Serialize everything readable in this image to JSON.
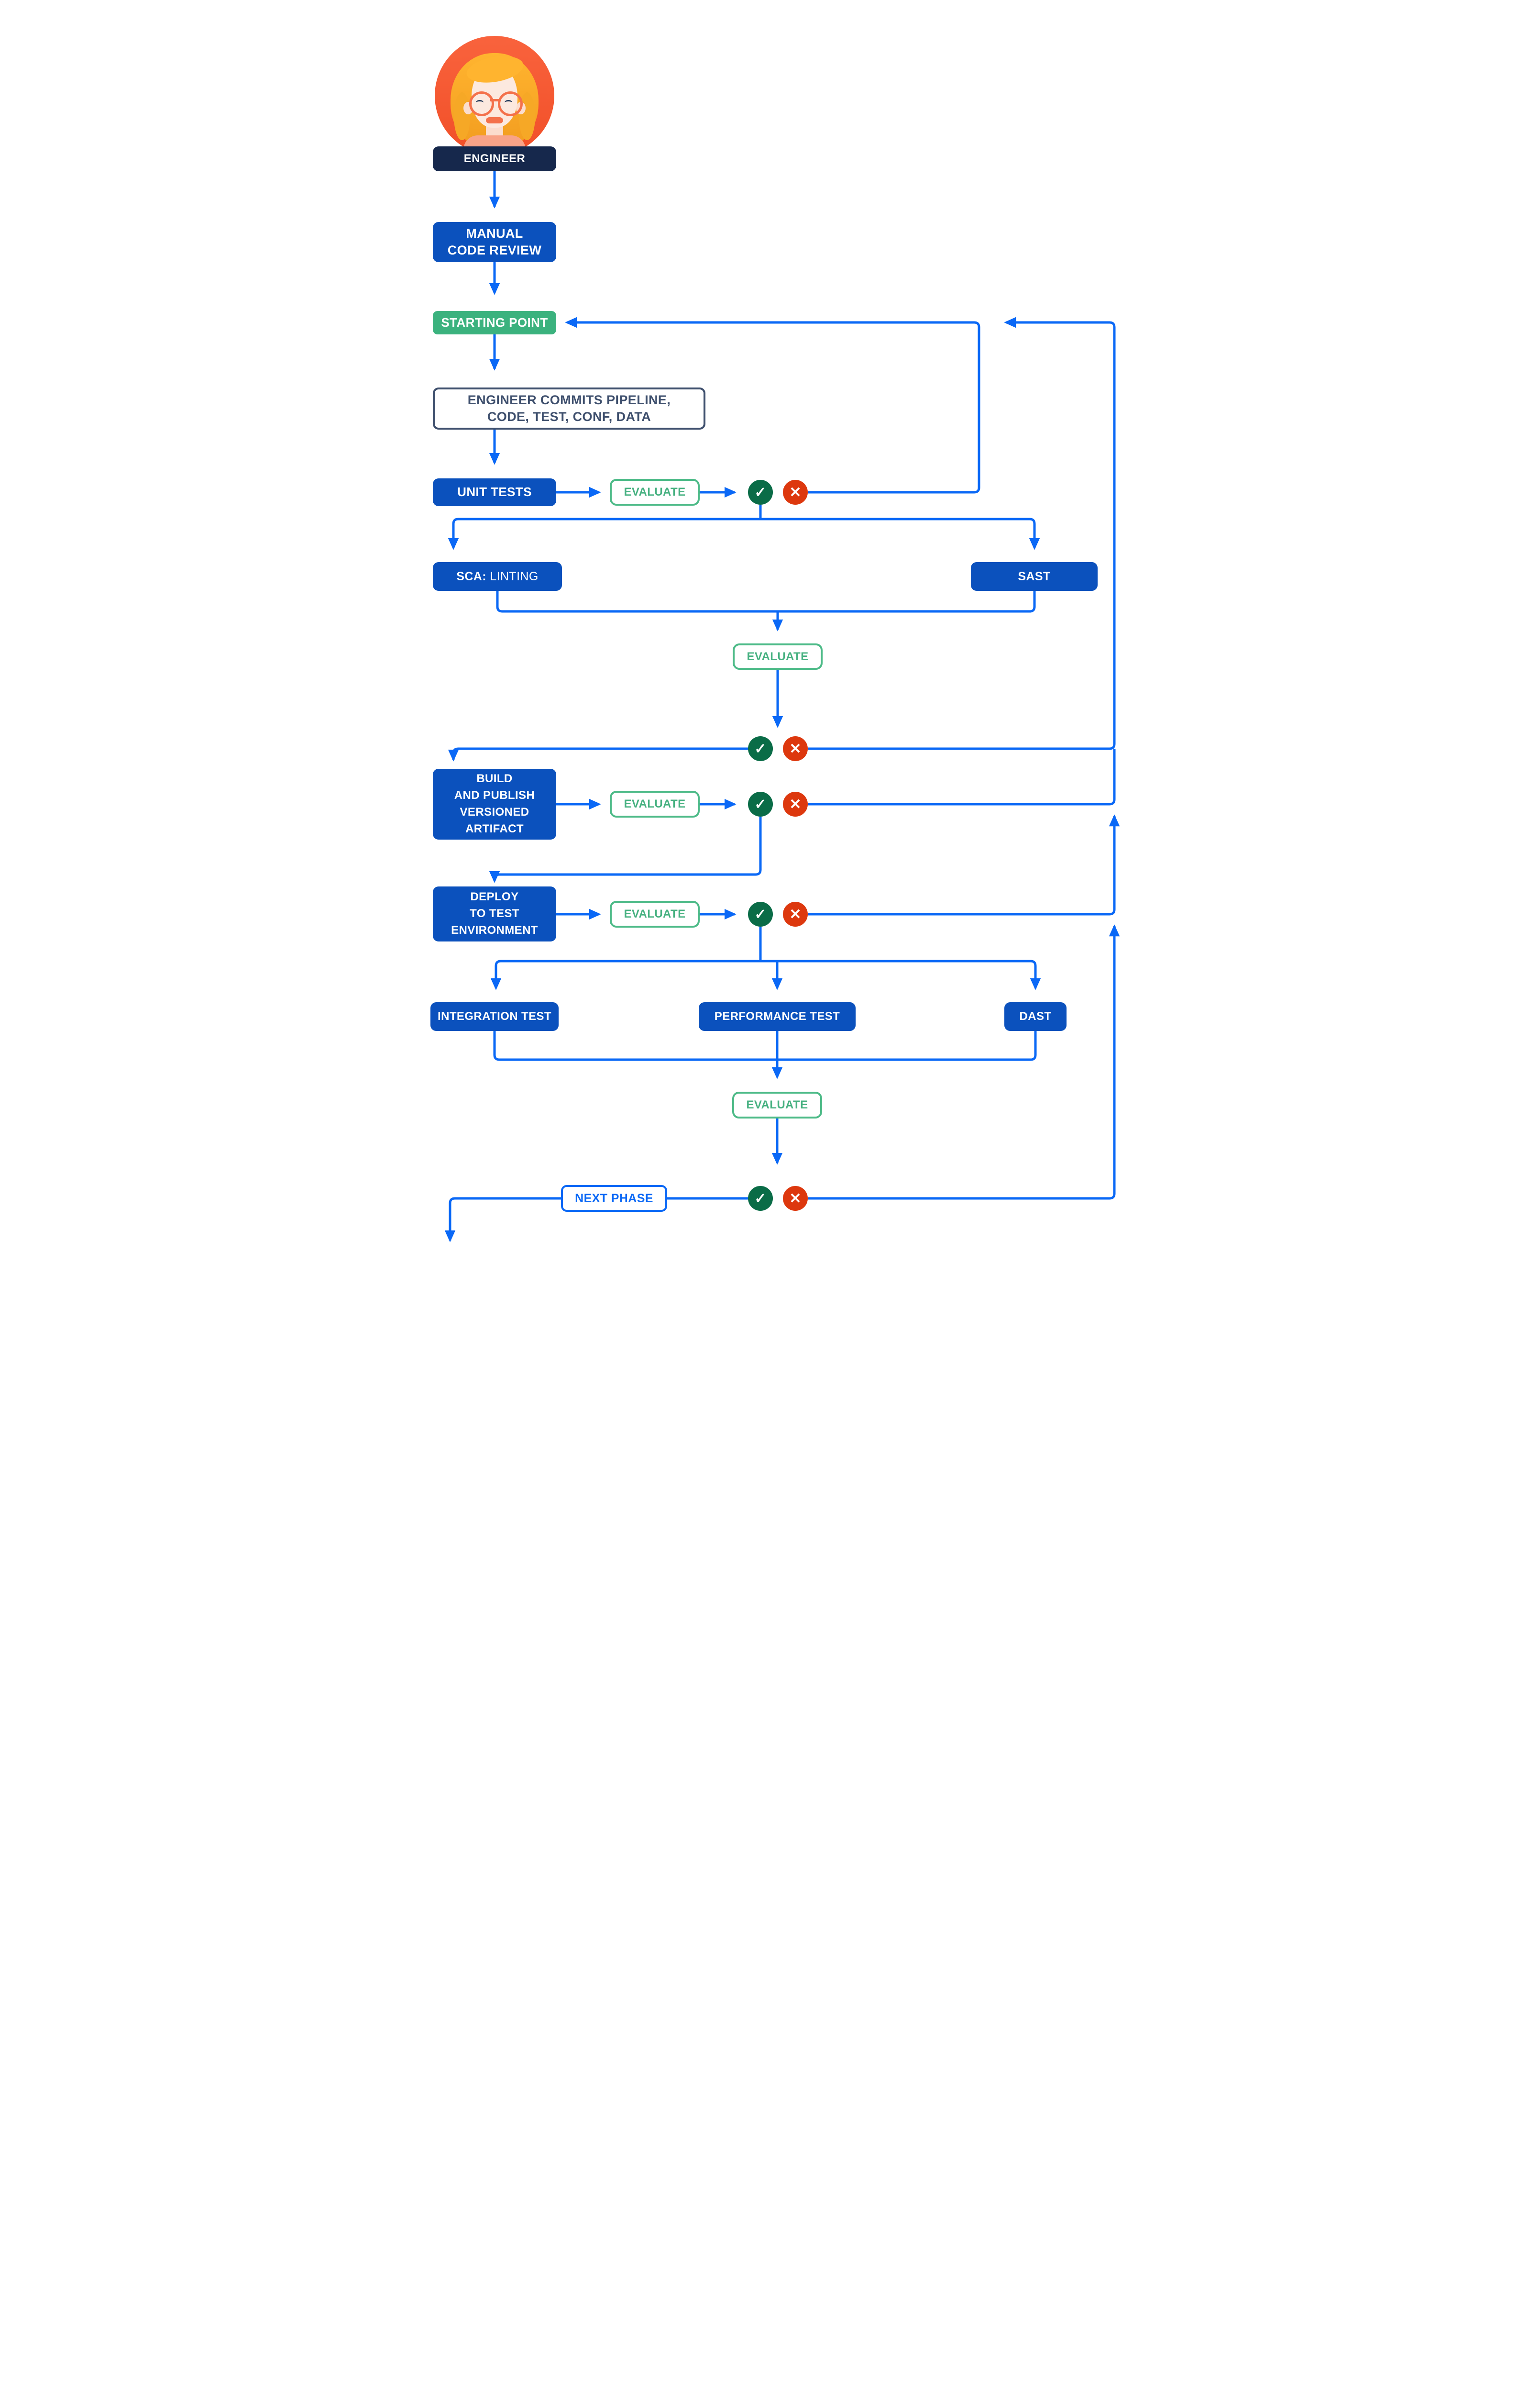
{
  "colors": {
    "arrow_blue": "#0A68F6",
    "box_blue": "#0B51BD",
    "navy": "#16284C",
    "green_fill": "#3BB27E",
    "green_outline": "#4CBA87",
    "green_text": "#47B181",
    "check_green": "#0A6C47",
    "fail_red": "#DD380E",
    "slate": "#3E4F6D",
    "background": "#FFFFFF"
  },
  "icons": {
    "check": "✓",
    "fail": "✕"
  },
  "nodes": {
    "engineer": {
      "label": "ENGINEER"
    },
    "manual_review": {
      "line1": "MANUAL",
      "line2": "CODE REVIEW"
    },
    "starting_point": {
      "label": "STARTING POINT"
    },
    "commit": {
      "line1": "ENGINEER COMMITS PIPELINE,",
      "line2": "CODE, TEST, CONF, DATA"
    },
    "unit_tests": {
      "label": "UNIT TESTS"
    },
    "evaluate1": {
      "label": "EVALUATE"
    },
    "evaluate2": {
      "label": "EVALUATE"
    },
    "evaluate3": {
      "label": "EVALUATE"
    },
    "evaluate4": {
      "label": "EVALUATE"
    },
    "evaluate5": {
      "label": "EVALUATE"
    },
    "sca": {
      "bold": "SCA:",
      "rest": "LINTING"
    },
    "sast": {
      "label": "SAST"
    },
    "build": {
      "line1": "BUILD",
      "line2": "AND PUBLISH",
      "line3": "VERSIONED",
      "line4": "ARTIFACT"
    },
    "deploy": {
      "line1": "DEPLOY",
      "line2": "TO TEST",
      "line3": "ENVIRONMENT"
    },
    "integration_test": {
      "label": "INTEGRATION TEST"
    },
    "performance_test": {
      "label": "PERFORMANCE TEST"
    },
    "dast": {
      "label": "DAST"
    },
    "next_phase": {
      "label": "NEXT PHASE"
    }
  }
}
